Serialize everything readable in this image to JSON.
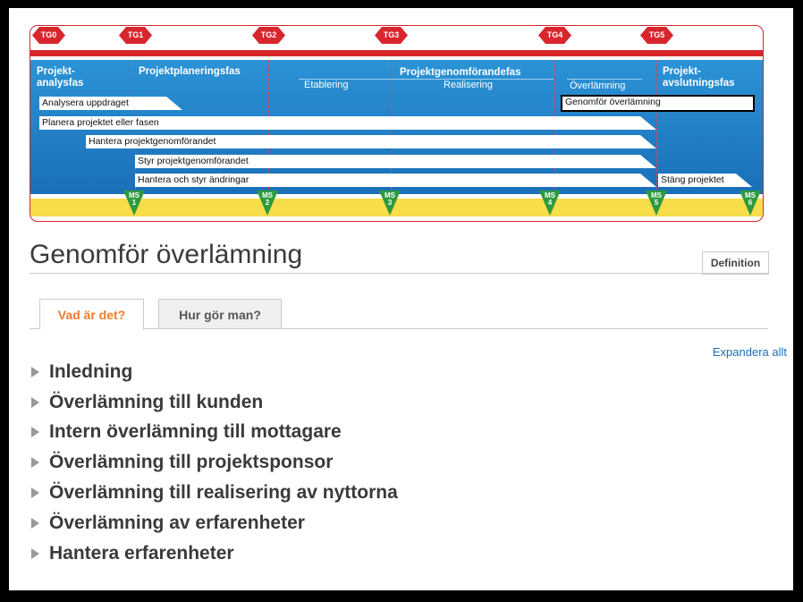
{
  "gates": [
    "TG0",
    "TG1",
    "TG2",
    "TG3",
    "TG4",
    "TG5"
  ],
  "milestones": [
    {
      "ms": "MS",
      "num": "1"
    },
    {
      "ms": "MS",
      "num": "2"
    },
    {
      "ms": "MS",
      "num": "3"
    },
    {
      "ms": "MS",
      "num": "4"
    },
    {
      "ms": "MS",
      "num": "5"
    },
    {
      "ms": "MS",
      "num": "6"
    }
  ],
  "phases": {
    "p1_line1": "Projekt-",
    "p1_line2": "analysfas",
    "p2": "Projektplaneringsfas",
    "p3": "Projektgenomförandefas",
    "p4_line1": "Projekt-",
    "p4_line2": "avslutningsfas"
  },
  "subphases": {
    "s1": "Etablering",
    "s2": "Realisering",
    "s3": "Överlämning"
  },
  "activities": {
    "a1": "Analysera uppdraget",
    "a2": "Genomför överlämning",
    "a3": "Planera projektet eller fasen",
    "a4": "Hantera projektgenomförandet",
    "a5": "Styr projektgenomförandet",
    "a6": "Hantera och styr ändringar",
    "a7": "Stäng projektet"
  },
  "page": {
    "title": "Genomför överlämning",
    "definition_button": "Definition",
    "tabs": [
      "Vad är det?",
      "Hur gör man?"
    ],
    "expand_all": "Expandera allt"
  },
  "sections": [
    "Inledning",
    "Överlämning till kunden",
    "Intern överlämning till mottagare",
    "Överlämning till projektsponsor",
    "Överlämning till realisering av nyttorna",
    "Överlämning av erfarenheter",
    "Hantera erfarenheter"
  ],
  "colors": {
    "red": "#d7262d",
    "blue": "#1a6fb8",
    "green": "#2e9a3e",
    "yellow": "#f7dd4a",
    "orange": "#f07a28"
  }
}
